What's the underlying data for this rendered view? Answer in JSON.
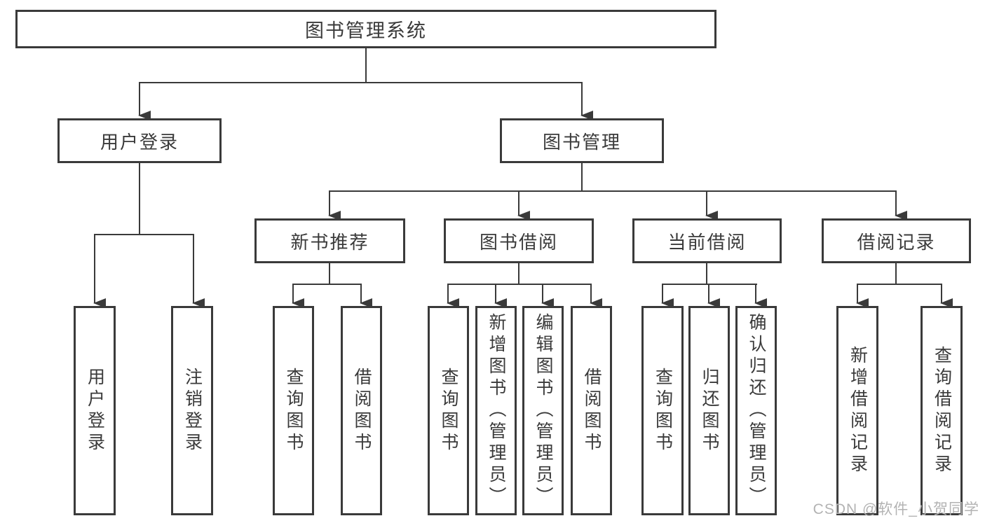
{
  "diagram_title": "图书管理系统",
  "nodes": {
    "root": "图书管理系统",
    "user_login": "用户登录",
    "book_mgmt": "图书管理",
    "new_book_rec": "新书推荐",
    "book_borrow": "图书借阅",
    "current_borrow": "当前借阅",
    "borrow_records": "借阅记录",
    "leaf_user_login": "用户登录",
    "leaf_logout": "注销登录",
    "rec_query": "查询图书",
    "rec_borrow": "借阅图书",
    "bb_query": "查询图书",
    "bb_add": "新增图书（管理员）",
    "bb_edit": "编辑图书（管理员）",
    "bb_borrow": "借阅图书",
    "cb_query": "查询图书",
    "cb_return": "归还图书",
    "cb_confirm": "确认归还（管理员）",
    "br_add": "新增借阅记录",
    "br_query": "查询借阅记录"
  },
  "hierarchy": {
    "图书管理系统": {
      "用户登录": [
        "用户登录",
        "注销登录"
      ],
      "图书管理": {
        "新书推荐": [
          "查询图书",
          "借阅图书"
        ],
        "图书借阅": [
          "查询图书",
          "新增图书（管理员）",
          "编辑图书（管理员）",
          "借阅图书"
        ],
        "当前借阅": [
          "查询图书",
          "归还图书",
          "确认归还（管理员）"
        ],
        "借阅记录": [
          "新增借阅记录",
          "查询借阅记录"
        ]
      }
    }
  },
  "watermark": "CSDN @软件_小贺同学",
  "colors": {
    "line": "#3a3a3a",
    "text": "#3a3a3a",
    "box_background": "#ffffff",
    "page_background": "#ffffff",
    "watermark": "#b3b3b3"
  }
}
